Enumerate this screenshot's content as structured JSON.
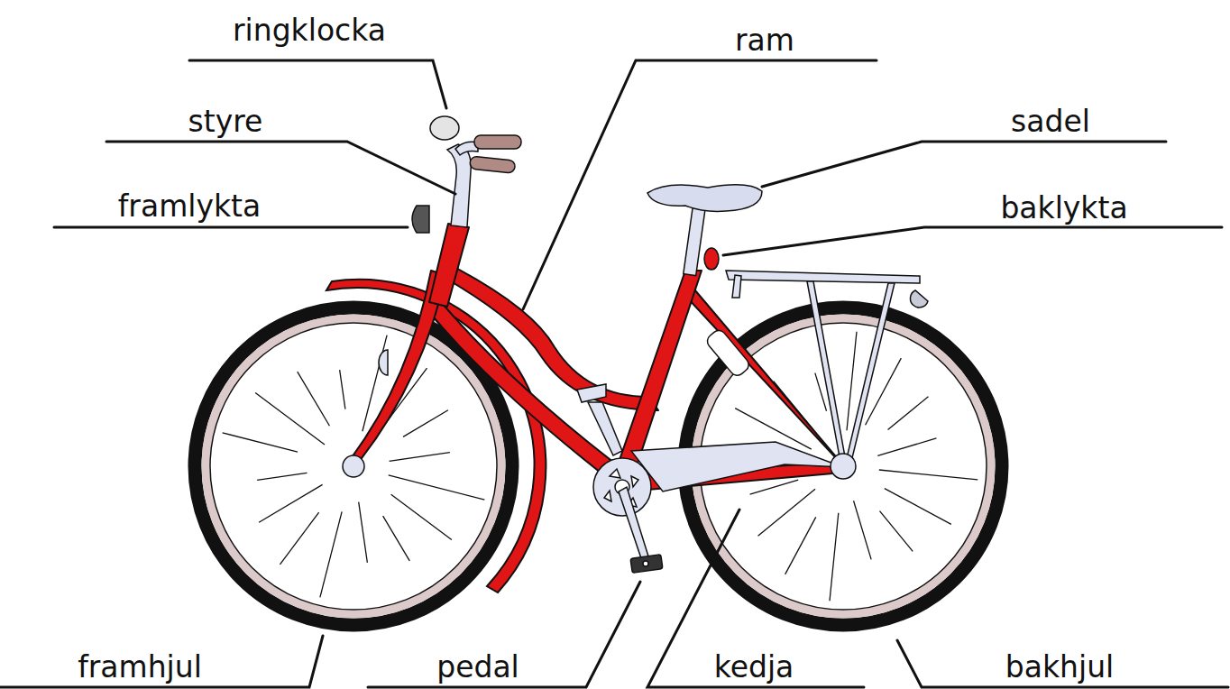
{
  "diagram": {
    "labels": [
      "ringklocka",
      "styre",
      "framlykta",
      "ram",
      "sadel",
      "baklykta",
      "framhjul",
      "pedal",
      "kedja",
      "bakhjul"
    ]
  }
}
